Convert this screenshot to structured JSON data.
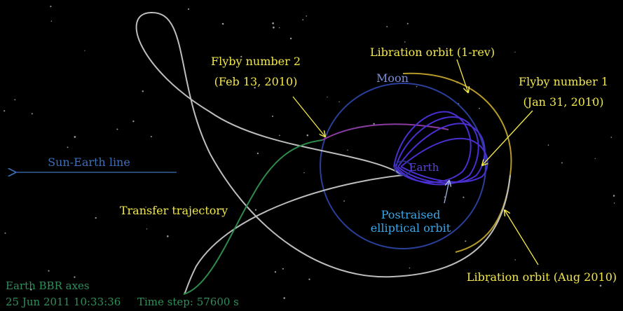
{
  "labels": {
    "flyby2_title": "Flyby number 2",
    "flyby2_date": "(Feb 13, 2010)",
    "libration_1rev": "Libration orbit (1-rev)",
    "flyby1_title": "Flyby number 1",
    "flyby1_date": "(Jan 31, 2010)",
    "moon": "Moon",
    "earth": "Earth",
    "sun_earth_line": "Sun-Earth line",
    "transfer_trajectory": "Transfer trajectory",
    "postraised_line1": "Postraised",
    "postraised_line2": "elliptical orbit",
    "libration_aug": "Libration orbit (Aug 2010)"
  },
  "status": {
    "axes": "Earth BBR axes",
    "timestamp": "25 Jun 2011 10:33:36",
    "timestep": "Time step: 57600 s"
  },
  "colors": {
    "background": "#000000",
    "annotation": "#f2e84a",
    "moon_label": "#7d8fd8",
    "sun_earth_line": "#3d6fb8",
    "postraised_label": "#3aa6e8",
    "status_text": "#2f8f5a",
    "moon_orbit": "#2a3f9a",
    "earth_ring": "#24358c",
    "libration_orbit": "#b59a2a",
    "trajectory": "#bdbdbd",
    "transfer": "#2f8a4c",
    "flyby_arc": "#8a3ca0",
    "elliptical_orbits": "#4a2fd0"
  }
}
